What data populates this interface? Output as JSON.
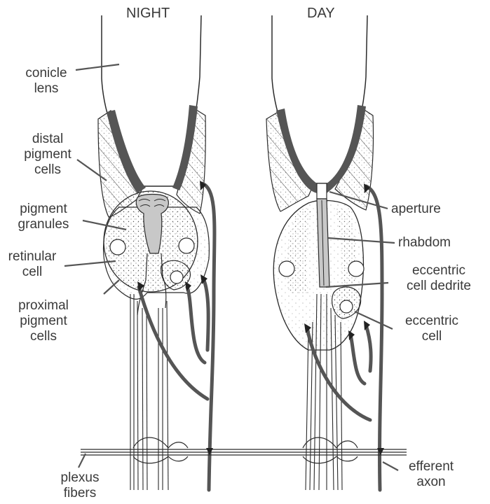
{
  "headings": {
    "night": "NIGHT",
    "day": "DAY"
  },
  "labels": {
    "conicle_lens": [
      "conicle",
      "lens"
    ],
    "distal_pigment_cells": [
      "distal",
      "pigment",
      "cells"
    ],
    "pigment_granules": [
      "pigment",
      "granules"
    ],
    "retinular_cell": [
      "retinular",
      "cell"
    ],
    "proximal_pigment_cells": [
      "proximal",
      "pigment",
      "cells"
    ],
    "plexus_fibers": [
      "plexus",
      "fibers"
    ],
    "aperture": [
      "aperture"
    ],
    "rhabdom": [
      "rhabdom"
    ],
    "eccentric_cell_dendrite": [
      "eccentric",
      "cell dedrite"
    ],
    "eccentric_cell": [
      "eccentric",
      "cell"
    ],
    "efferent_axon": [
      "efferent",
      "axon"
    ]
  },
  "colors": {
    "outline": "#2b2b2b",
    "heavy_pigment": "#555555",
    "rhabdom_fill": "#c8c8c8",
    "label_text": "#3a3a3a",
    "leader_line": "#555555"
  }
}
